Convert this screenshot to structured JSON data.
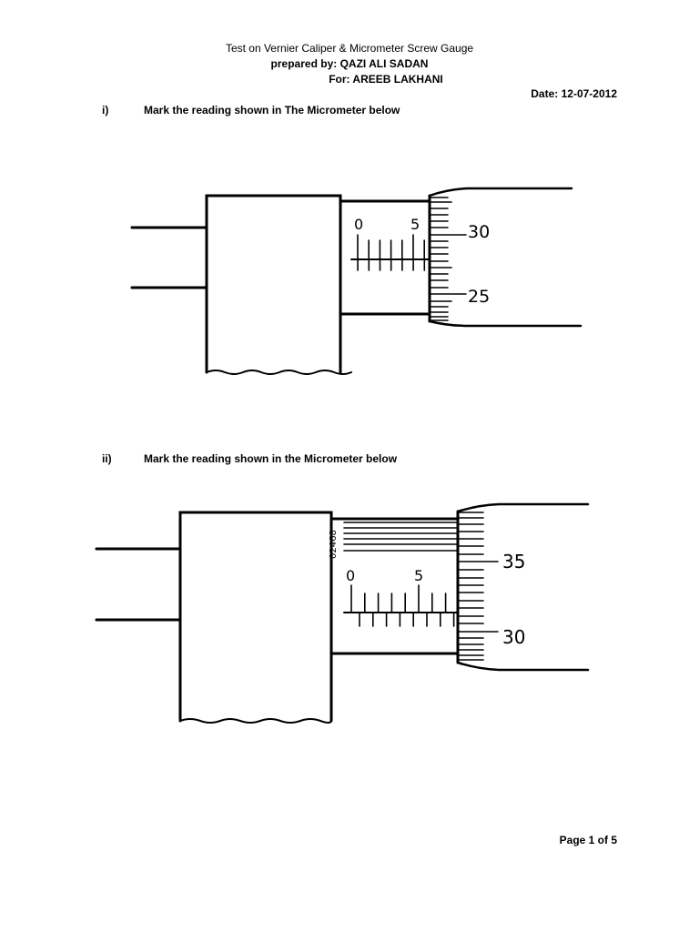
{
  "header": {
    "title": "Test on Vernier Caliper & Micrometer Screw Gauge",
    "prepared_by": "prepared by: QAZI ALI SADAN",
    "for": "For: AREEB LAKHANI",
    "date": "Date: 12-07-2012"
  },
  "questions": [
    {
      "number": "i)",
      "text": "Mark the reading shown in The Micrometer below",
      "micrometer": {
        "sleeve_labels": [
          "0",
          "5"
        ],
        "thimble_labels": [
          "30",
          "25"
        ]
      }
    },
    {
      "number": "ii)",
      "text": "Mark the reading shown in the Micrometer below",
      "micrometer": {
        "vernier_label": "02468",
        "sleeve_labels": [
          "0",
          "5"
        ],
        "thimble_labels": [
          "35",
          "30"
        ]
      }
    }
  ],
  "footer": {
    "page": "Page 1 of 5"
  }
}
